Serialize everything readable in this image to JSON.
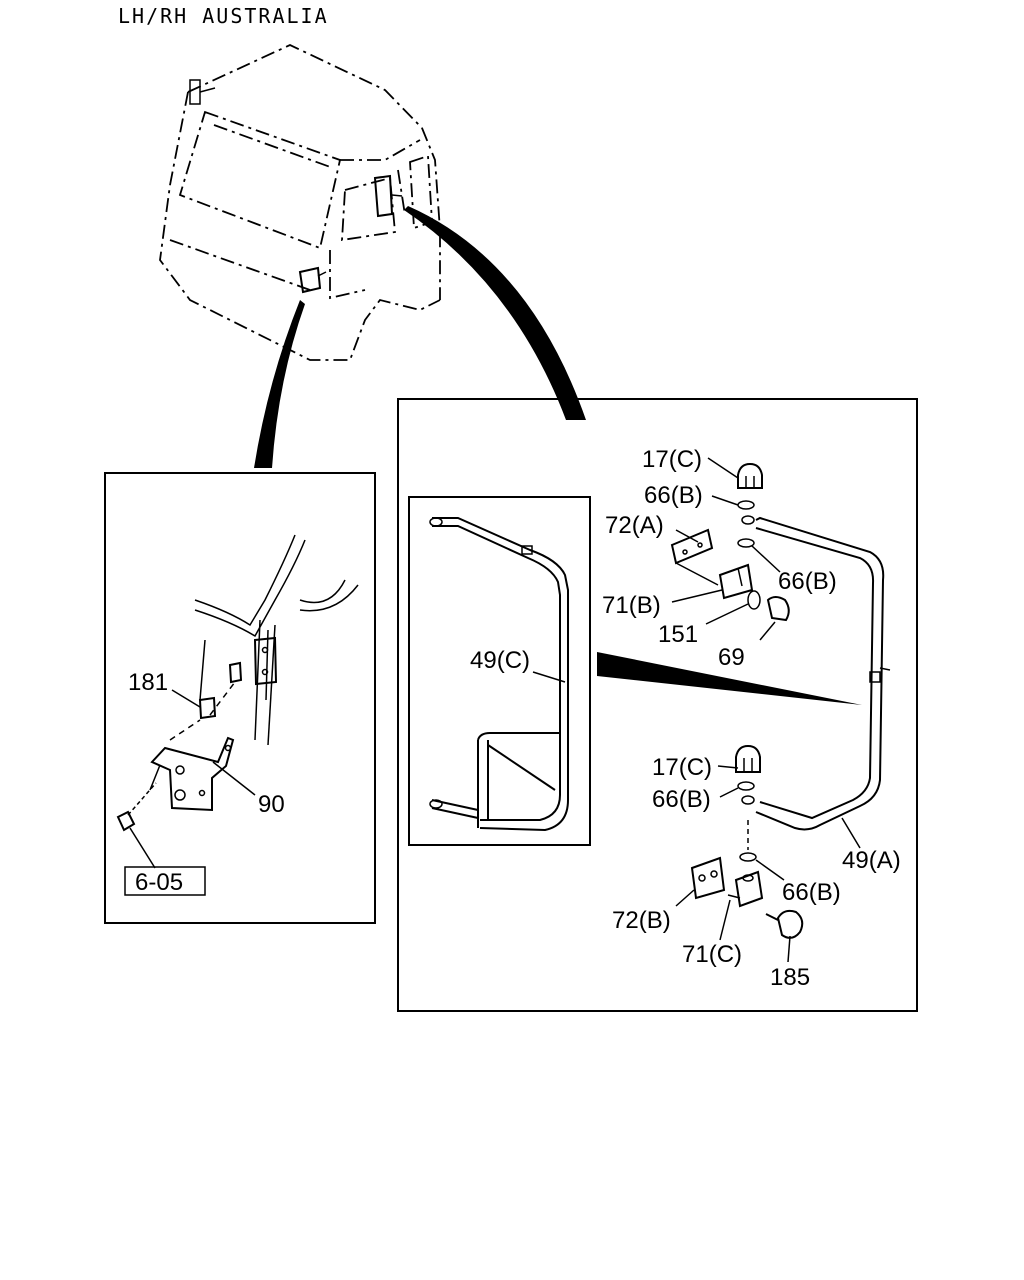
{
  "header": {
    "title": "LH/RH AUSTRALIA"
  },
  "callouts": {
    "left": {
      "p181": "181",
      "p90": "90",
      "ref": "6-05"
    },
    "right": {
      "p17c_top": "17(C)",
      "p66b_1": "66(B)",
      "p72a": "72(A)",
      "p66b_2": "66(B)",
      "p71b": "71(B)",
      "p151": "151",
      "p69": "69",
      "p49c": "49(C)",
      "p17c_bot": "17(C)",
      "p66b_3": "66(B)",
      "p49a": "49(A)",
      "p66b_4": "66(B)",
      "p72b": "72(B)",
      "p71c": "71(C)",
      "p185": "185"
    }
  }
}
